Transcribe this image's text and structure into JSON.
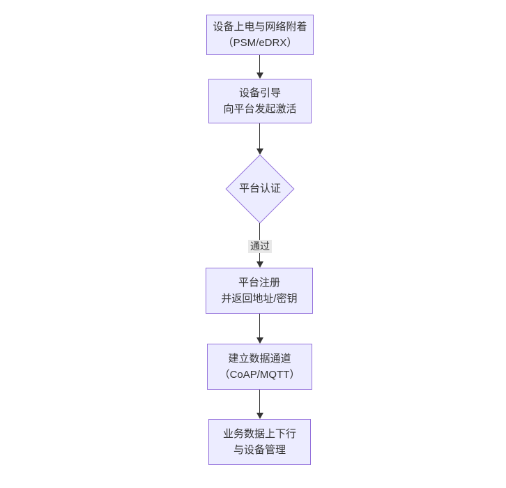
{
  "diagram": {
    "type": "flowchart",
    "direction": "top-down",
    "nodes": [
      {
        "id": "A",
        "shape": "rect",
        "label": "设备上电与网络附着\n（PSM/eDRX）"
      },
      {
        "id": "B",
        "shape": "rect",
        "label": "设备引导\n向平台发起激活"
      },
      {
        "id": "C",
        "shape": "diamond",
        "label": "平台认证"
      },
      {
        "id": "D",
        "shape": "rect",
        "label": "平台注册\n并返回地址/密钥"
      },
      {
        "id": "E",
        "shape": "rect",
        "label": "建立数据通道\n（CoAP/MQTT）"
      },
      {
        "id": "F",
        "shape": "rect",
        "label": "业务数据上下行\n与设备管理"
      }
    ],
    "edges": [
      {
        "from": "A",
        "to": "B",
        "label": ""
      },
      {
        "from": "B",
        "to": "C",
        "label": ""
      },
      {
        "from": "C",
        "to": "D",
        "label": "通过"
      },
      {
        "from": "D",
        "to": "E",
        "label": ""
      },
      {
        "from": "E",
        "to": "F",
        "label": ""
      }
    ],
    "colors": {
      "node_fill": "#ECECFF",
      "node_border": "#9370DB",
      "text": "#333333",
      "arrow": "#333333",
      "edge_label_bg": "#e8e8e8",
      "background": "#ffffff"
    }
  }
}
